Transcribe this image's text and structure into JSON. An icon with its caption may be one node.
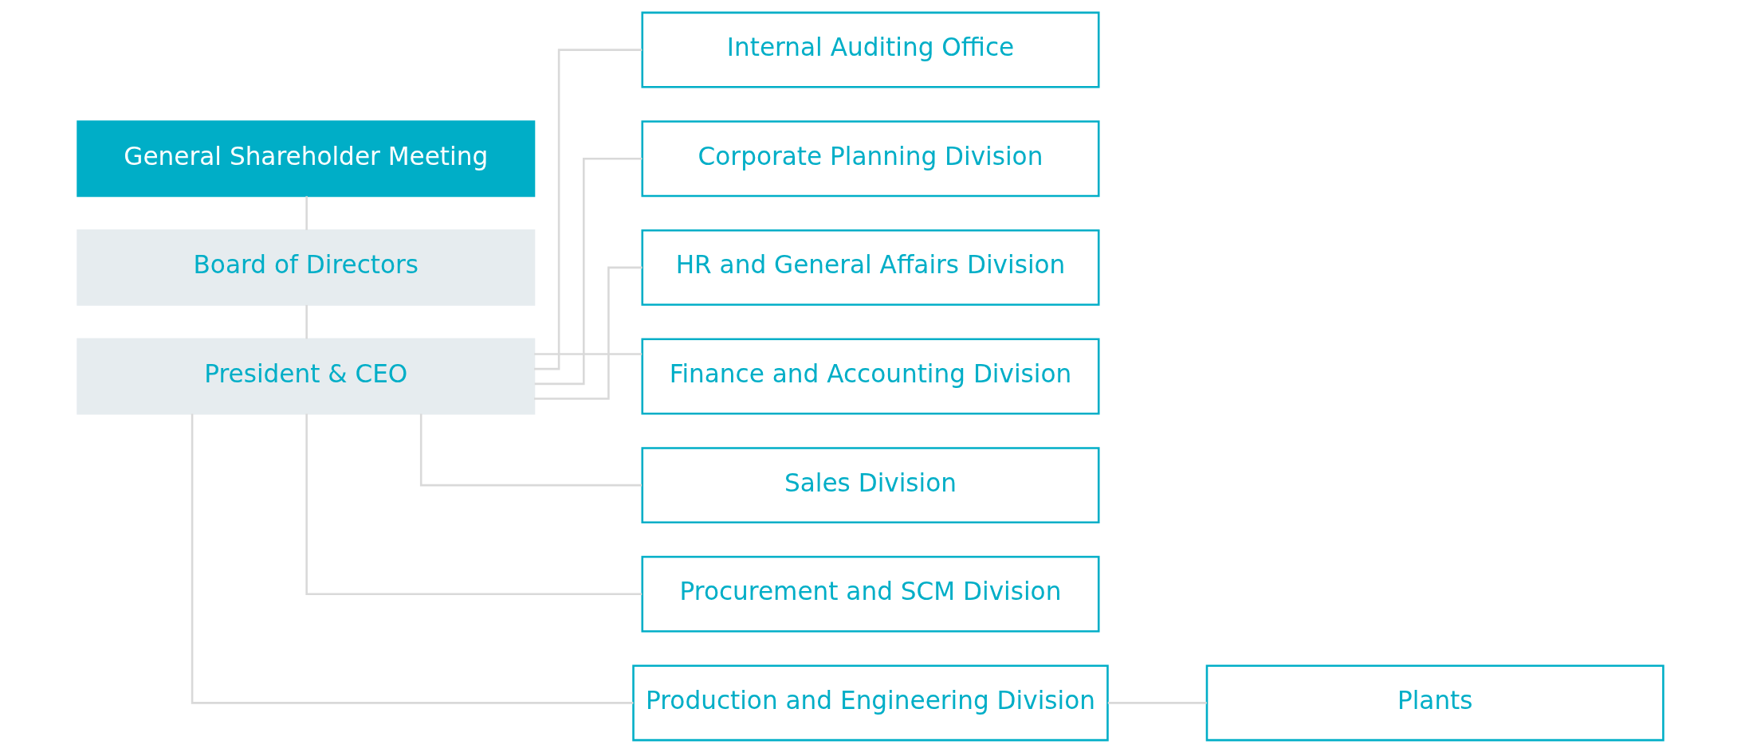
{
  "diagram": {
    "nodes": [
      {
        "text": [
          "General Shareholder Meeting"
        ]
      },
      {
        "text": [
          "Board of Directors"
        ]
      },
      {
        "text": [
          "President & CEO"
        ]
      },
      {
        "text": [
          "Internal Auditing Office"
        ]
      },
      {
        "text": [
          "Corporate Planning Division"
        ]
      },
      {
        "text": [
          "HR and General Affairs Division"
        ]
      },
      {
        "text": [
          "Finance and Accounting Division"
        ]
      },
      {
        "text": [
          "Sales Division"
        ]
      },
      {
        "text": [
          "Procurement and SCM Division"
        ]
      },
      {
        "text": [
          "Production and Engineering Division"
        ]
      },
      {
        "text": [
          "Plants"
        ]
      }
    ],
    "edges": [
      {
        "from": 0,
        "to": 1,
        "arrow": "none"
      },
      {
        "from": 1,
        "to": 2,
        "arrow": "none"
      },
      {
        "from": 2,
        "to": 3,
        "arrow": "none"
      },
      {
        "from": 2,
        "to": 4,
        "arrow": "none"
      },
      {
        "from": 2,
        "to": 5,
        "arrow": "none"
      },
      {
        "from": 2,
        "to": 6,
        "arrow": "none"
      },
      {
        "from": 2,
        "to": 7,
        "arrow": "none"
      },
      {
        "from": 2,
        "to": 8,
        "arrow": "none"
      },
      {
        "from": 2,
        "to": 9,
        "arrow": "none"
      },
      {
        "from": 9,
        "to": 10,
        "arrow": "none"
      }
    ]
  }
}
